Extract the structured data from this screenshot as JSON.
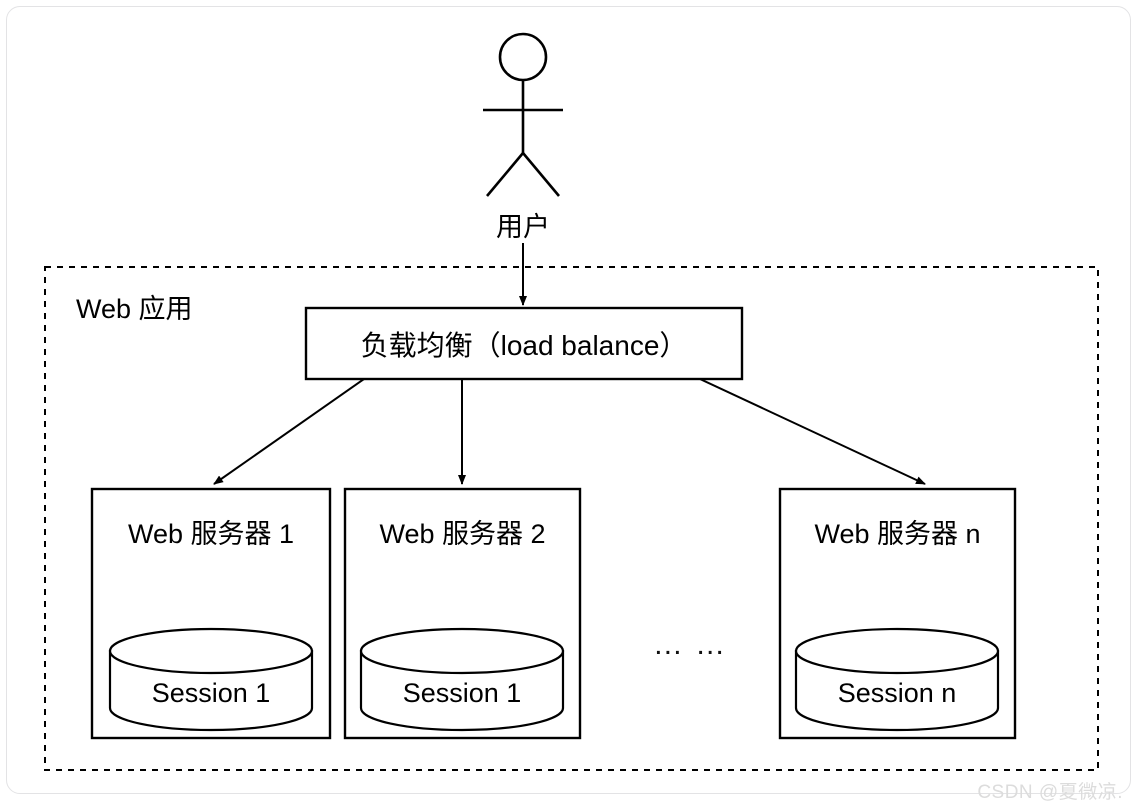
{
  "diagram": {
    "actor": {
      "icon": "stick-figure-actor-icon",
      "label": "用户"
    },
    "container": {
      "label": "Web 应用",
      "border_style": "dashed"
    },
    "load_balancer": {
      "label": "负载均衡（load balance）"
    },
    "servers": [
      {
        "title": "Web 服务器 1",
        "session": "Session 1"
      },
      {
        "title": "Web 服务器 2",
        "session": "Session 1"
      },
      {
        "title": "Web 服务器 n",
        "session": "Session n"
      }
    ],
    "ellipsis": "… …",
    "watermark": "CSDN @夏微凉.",
    "colors": {
      "stroke": "#000000",
      "background": "#ffffff",
      "frame": "#e3e3e5",
      "watermark": "#dcdcdc"
    }
  }
}
